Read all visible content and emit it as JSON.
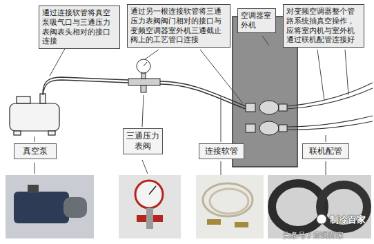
{
  "diagram": {
    "nodes": [
      {
        "text": [
          "通过连接软管将真空泵吸气口与三通压力表阀表头相对的接口连接"
        ]
      },
      {
        "text": [
          "通过另一根连接软管将三通压力表阀阀门相对的接口与变频空调器室外机三通截止阀上的工艺管口连接"
        ]
      },
      {
        "text": [
          "空调器室外机"
        ]
      },
      {
        "text": [
          "对变频空调器整个管路系统抽真空操作，应将室内机与室外机通过联机配管连接好"
        ]
      },
      {
        "text": [
          "真空泵"
        ]
      },
      {
        "text": [
          "三通压力表阀"
        ]
      },
      {
        "text": [
          "连接软管"
        ]
      },
      {
        "text": [
          "联机配管"
        ]
      }
    ],
    "labels": [
      "制冷百家",
      "头条号 / 空调百家"
    ]
  }
}
